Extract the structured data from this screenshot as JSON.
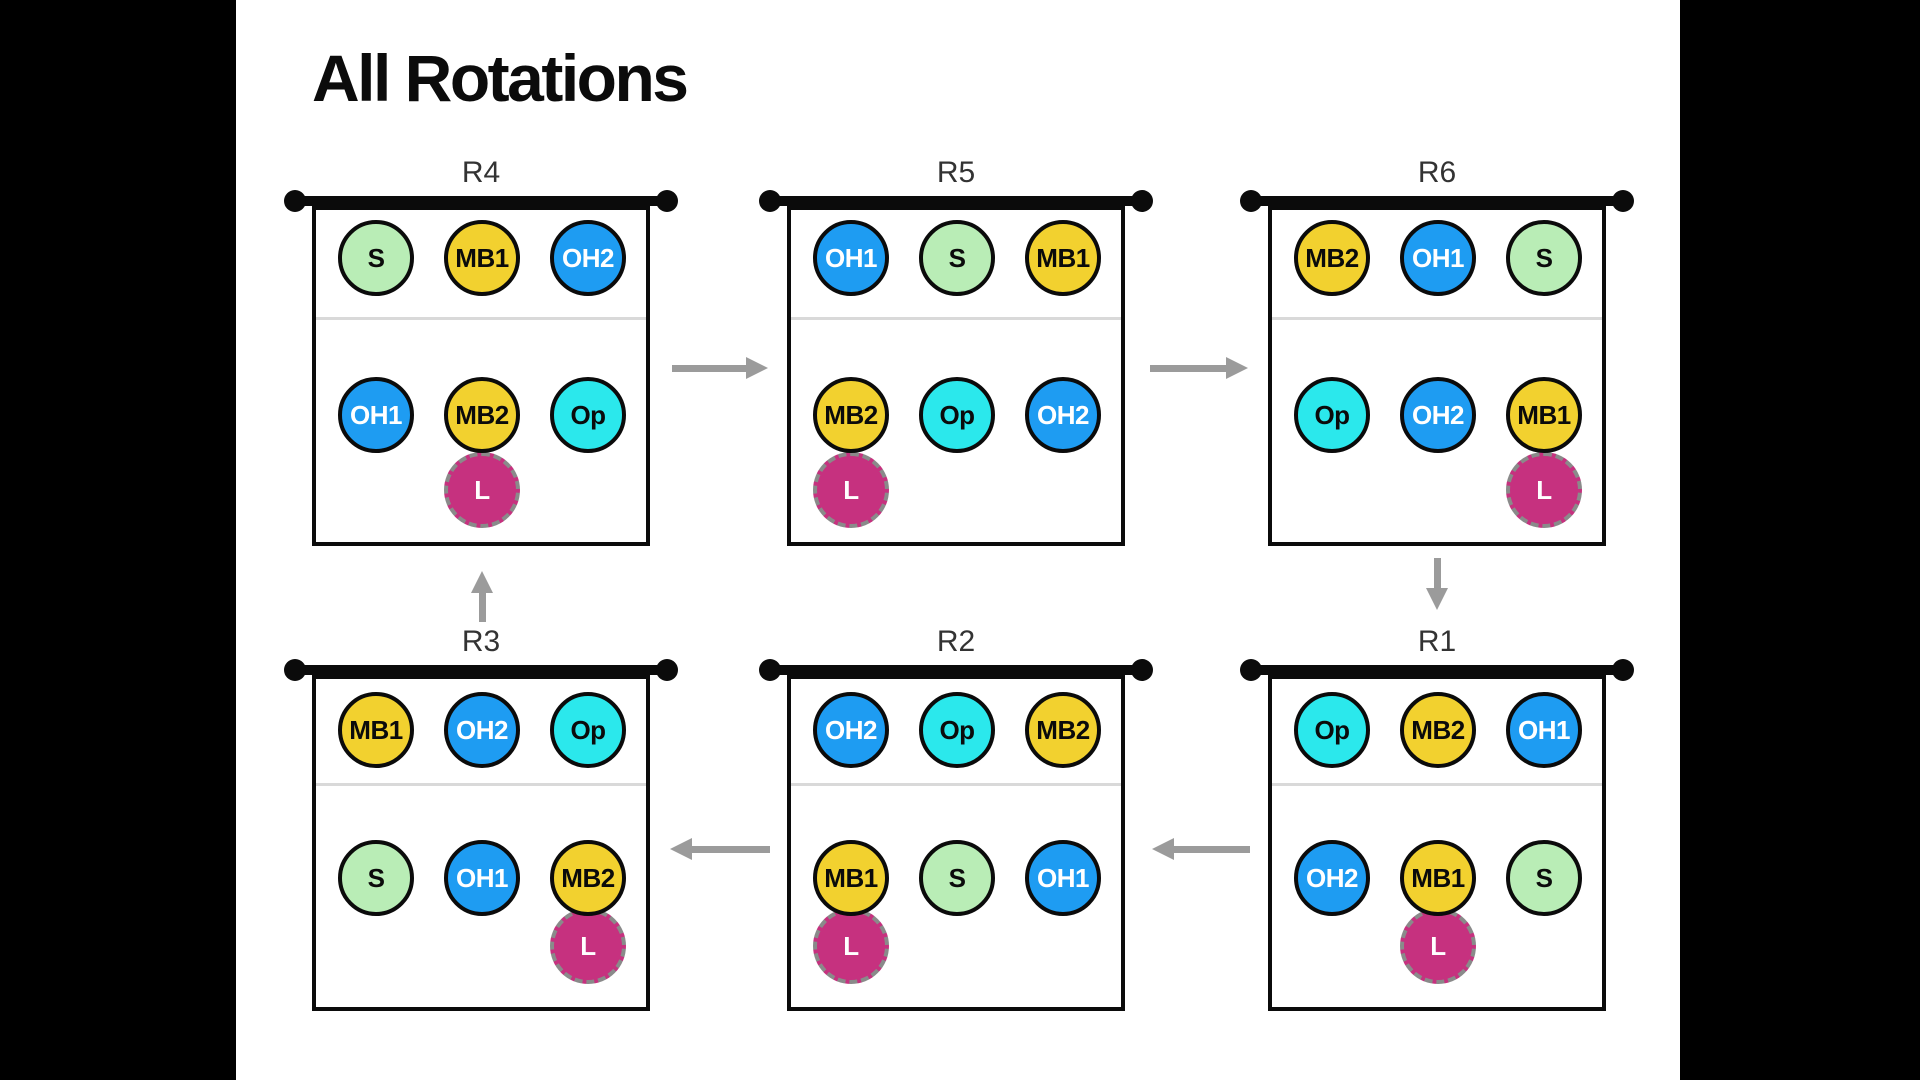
{
  "title": "All Rotations",
  "libero_label": "L",
  "colors": {
    "blue": "#1E9CF2",
    "yellow": "#F2D12F",
    "cyan": "#2BE8EC",
    "green": "#B9EDB6",
    "magenta": "#C6317F",
    "arrow": "#9B9B9B",
    "court_border": "#0B0B0B",
    "divider": "#D9D9D9",
    "label_text": "#333333"
  },
  "position_colors": {
    "S": "green",
    "MB1": "yellow",
    "MB2": "yellow",
    "OH1": "blue",
    "OH2": "blue",
    "Op": "cyan",
    "L": "magenta"
  },
  "white_text_roles": [
    "OH1",
    "OH2",
    "L"
  ],
  "rotations": [
    {
      "label": "R4",
      "row": 0,
      "col": 0,
      "front": [
        "S",
        "MB1",
        "OH2"
      ],
      "back": [
        "OH1",
        "MB2",
        "Op"
      ],
      "libero_behind_index": 1
    },
    {
      "label": "R5",
      "row": 0,
      "col": 1,
      "front": [
        "OH1",
        "S",
        "MB1"
      ],
      "back": [
        "MB2",
        "Op",
        "OH2"
      ],
      "libero_behind_index": 0
    },
    {
      "label": "R6",
      "row": 0,
      "col": 2,
      "front": [
        "MB2",
        "OH1",
        "S"
      ],
      "back": [
        "Op",
        "OH2",
        "MB1"
      ],
      "libero_behind_index": 2
    },
    {
      "label": "R3",
      "row": 1,
      "col": 0,
      "front": [
        "MB1",
        "OH2",
        "Op"
      ],
      "back": [
        "S",
        "OH1",
        "MB2"
      ],
      "libero_behind_index": 2
    },
    {
      "label": "R2",
      "row": 1,
      "col": 1,
      "front": [
        "OH2",
        "Op",
        "MB2"
      ],
      "back": [
        "MB1",
        "S",
        "OH1"
      ],
      "libero_behind_index": 0
    },
    {
      "label": "R1",
      "row": 1,
      "col": 2,
      "front": [
        "Op",
        "MB2",
        "OH1"
      ],
      "back": [
        "OH2",
        "MB1",
        "S"
      ],
      "libero_behind_index": 1
    }
  ],
  "arrows": [
    {
      "from": "R4",
      "to": "R5",
      "direction": "right"
    },
    {
      "from": "R5",
      "to": "R6",
      "direction": "right"
    },
    {
      "from": "R6",
      "to": "R1",
      "direction": "down"
    },
    {
      "from": "R1",
      "to": "R2",
      "direction": "left"
    },
    {
      "from": "R2",
      "to": "R3",
      "direction": "left"
    },
    {
      "from": "R3",
      "to": "R4",
      "direction": "up"
    }
  ]
}
